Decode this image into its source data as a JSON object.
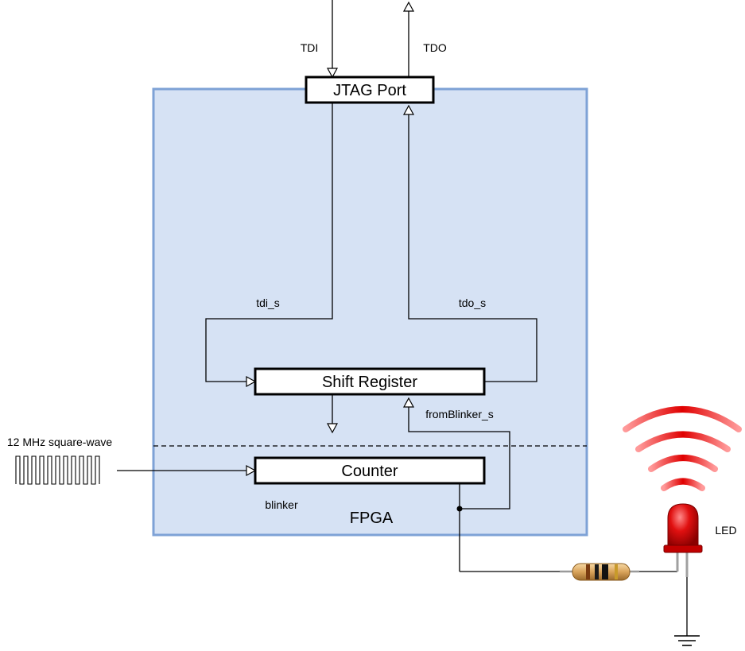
{
  "blocks": {
    "jtag": "JTAG Port",
    "shift": "Shift Register",
    "counter": "Counter",
    "fpga": "FPGA"
  },
  "signals": {
    "tdi": "TDI",
    "tdo": "TDO",
    "tdi_s": "tdi_s",
    "tdo_s": "tdo_s",
    "from_blinker": "fromBlinker_s",
    "blinker": "blinker",
    "clock": "12 MHz square-wave",
    "led": "LED"
  },
  "icons": [
    "square-wave-icon",
    "resistor-icon",
    "led-icon",
    "ground-icon",
    "light-emission-icon"
  ],
  "colors": {
    "fpga_fill": "#d6e2f4",
    "fpga_border": "#7ea2d6",
    "led_red": "#d60000",
    "wire": "#000000"
  }
}
